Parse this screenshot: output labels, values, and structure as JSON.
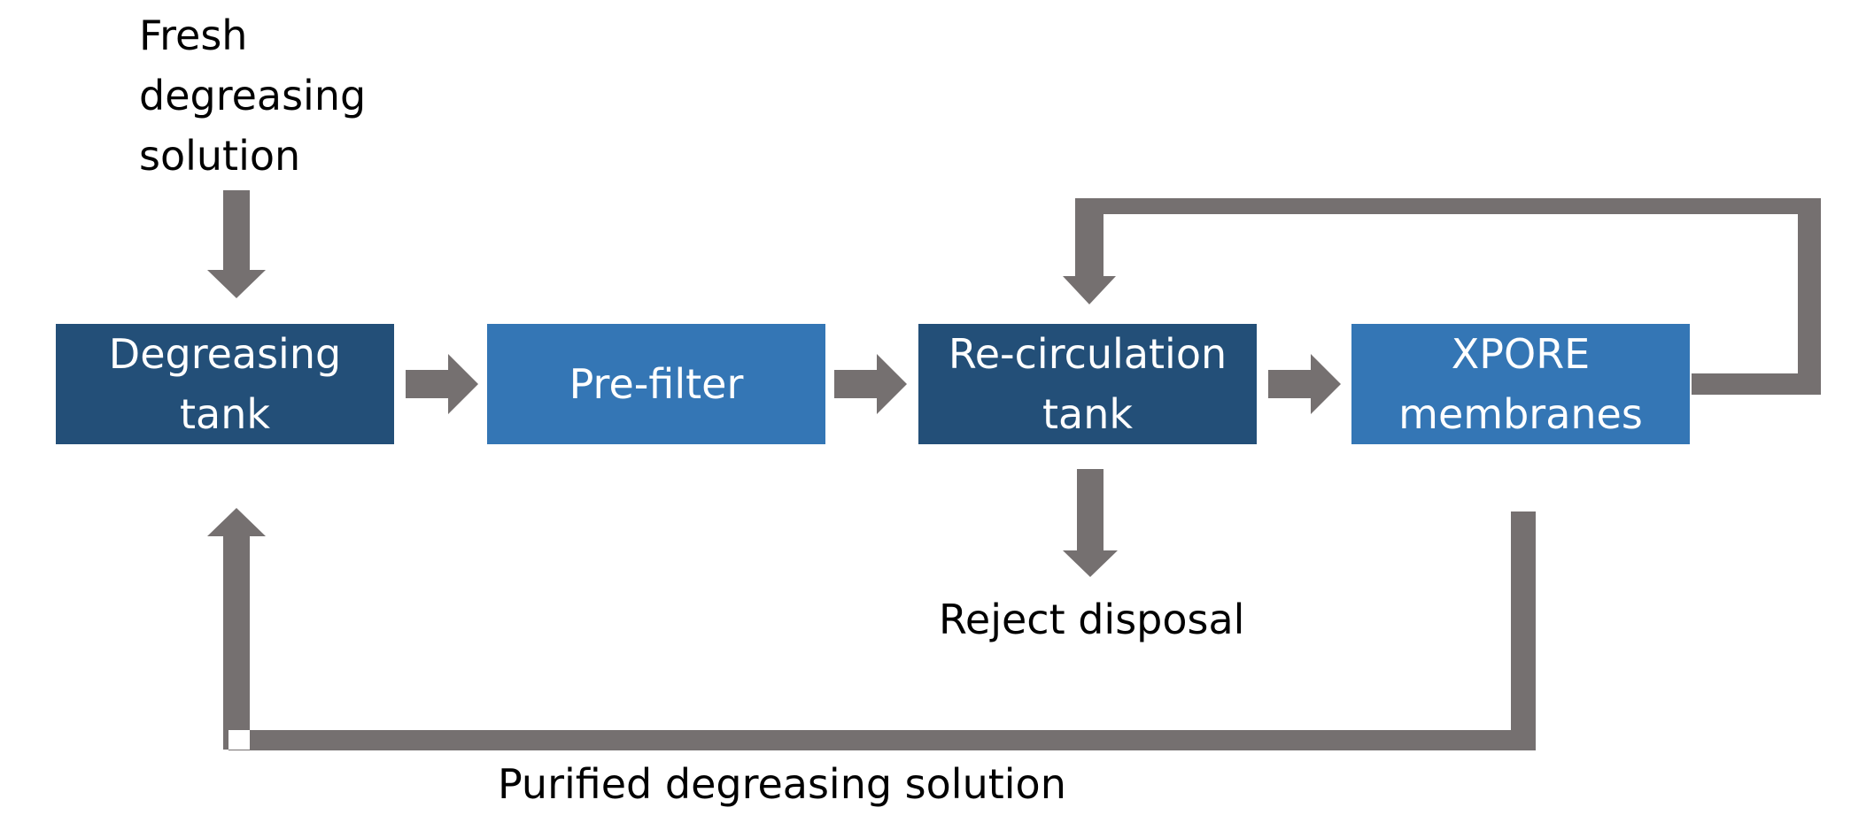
{
  "colors": {
    "dark_box": "#234F78",
    "light_box": "#3476B5",
    "arrow": "#757070",
    "text_on_box": "#FFFFFF",
    "label_text": "#000000"
  },
  "nodes": {
    "degreasing_tank": "Degreasing\ntank",
    "pre_filter": "Pre-filter",
    "recirculation_tank": "Re-circulation\ntank",
    "xpore_membranes": "XPORE\nmembranes"
  },
  "labels": {
    "fresh_solution": "Fresh\ndegreasing\nsolution",
    "reject_disposal": "Reject disposal",
    "purified_solution": "Purified degreasing solution"
  }
}
